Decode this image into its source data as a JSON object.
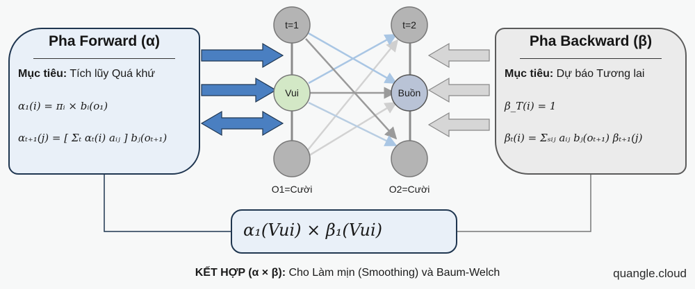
{
  "forward": {
    "title": "Pha Forward (α)",
    "goal_label": "Mục tiêu:",
    "goal_text": " Tích lũy Quá khứ",
    "formula_init": "α₁(i) = πᵢ × bᵢ(o₁)",
    "formula_rec": "αₜ₊₁(j) = [ Σₜ αₜ(i) aᵢⱼ ] bⱼ(oₜ₊₁)"
  },
  "backward": {
    "title": "Pha Backward (β)",
    "goal_label": "Mục tiêu:",
    "goal_text": " Dự báo Tương lai",
    "formula_init": "β_T(i) = 1",
    "formula_rec": "βₜ(i) = Σₛᵢⱼ aᵢⱼ bⱼ(oₜ₊₁) βₜ₊₁(j)"
  },
  "trellis": {
    "col1": {
      "top": "t=1",
      "mid": "Vui",
      "bottom_label": "O1=Cười"
    },
    "col2": {
      "top": "t=2",
      "mid": "Buồn",
      "bottom_label": "O2=Cười"
    }
  },
  "combine": {
    "formula": "α₁(Vui) × β₁(Vui)",
    "icon": "calculator-icon"
  },
  "caption": {
    "bold": "KẾT HỢP (α × β):",
    "text": " Cho Làm mịn (Smoothing) và Baum-Welch"
  },
  "watermark": "quangle.cloud",
  "colors": {
    "forward_blue": "#4a7fc1",
    "backward_gray": "#cfcfcf",
    "vui_green": "#d3e8c6",
    "buon_blue": "#b9c3d6",
    "node_gray": "#b4b4b4"
  }
}
